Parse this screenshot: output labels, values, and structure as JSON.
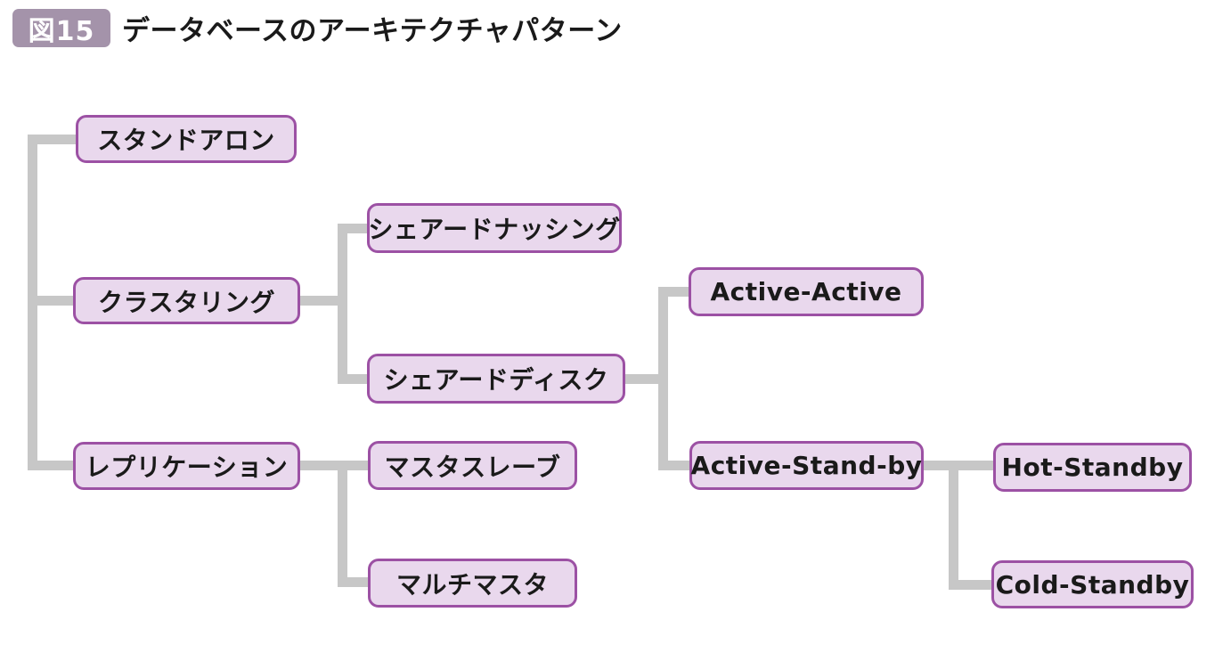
{
  "figure": {
    "badge": "図15",
    "title": "データベースのアーキテクチャパターン"
  },
  "colors": {
    "node_fill": "#e9d8ed",
    "node_border": "#9c51a4",
    "node_text": "#1a1a1a",
    "connector": "#c7c7c7",
    "badge_bg": "#a493aa",
    "badge_text": "#ffffff",
    "title_text": "#1a1a1a"
  },
  "diagram": {
    "type": "tree",
    "nodes": [
      {
        "id": "standalone",
        "label": "スタンドアロン",
        "parent": null
      },
      {
        "id": "clustering",
        "label": "クラスタリング",
        "parent": null
      },
      {
        "id": "replication",
        "label": "レプリケーション",
        "parent": null
      },
      {
        "id": "shared-nothing",
        "label": "シェアードナッシング",
        "parent": "clustering"
      },
      {
        "id": "shared-disk",
        "label": "シェアードディスク",
        "parent": "clustering"
      },
      {
        "id": "active-active",
        "label": "Active-Active",
        "parent": "shared-disk"
      },
      {
        "id": "active-standby",
        "label": "Active-Stand-by",
        "parent": "shared-disk"
      },
      {
        "id": "hot-standby",
        "label": "Hot-Standby",
        "parent": "active-standby"
      },
      {
        "id": "cold-standby",
        "label": "Cold-Standby",
        "parent": "active-standby"
      },
      {
        "id": "master-slave",
        "label": "マスタスレーブ",
        "parent": "replication"
      },
      {
        "id": "multi-master",
        "label": "マルチマスタ",
        "parent": "replication"
      }
    ]
  }
}
